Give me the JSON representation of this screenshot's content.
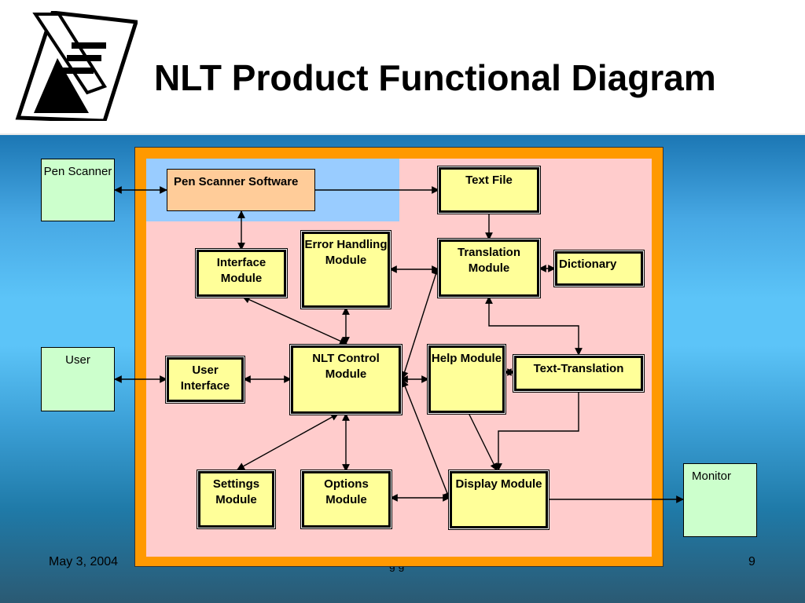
{
  "slide": {
    "title": "NLT Product Functional Diagram",
    "date": "May 3, 2004",
    "page_number": "9",
    "footer_partial": "g g"
  },
  "external": {
    "pen_scanner": "Pen Scanner",
    "user": "User",
    "monitor": "Monitor"
  },
  "modules": {
    "pen_scanner_software": "Pen Scanner Software",
    "text_file": "Text File",
    "error_handling": "Error Handling Module",
    "translation": "Translation Module",
    "dictionary": "Dictionary",
    "interface": "Interface Module",
    "nlt_control": "NLT Control Module",
    "help": "Help Module",
    "text_translation": "Text-Translation",
    "user_interface": "User Interface",
    "settings": "Settings Module",
    "options": "Options Module",
    "display": "Display Module"
  },
  "colors": {
    "frame": "#ff9900",
    "panel": "#ffcccc",
    "input_zone": "#99ccff",
    "module_fill": "#ffff99",
    "external_fill": "#ccffcc",
    "software_fill": "#ffcc99"
  }
}
